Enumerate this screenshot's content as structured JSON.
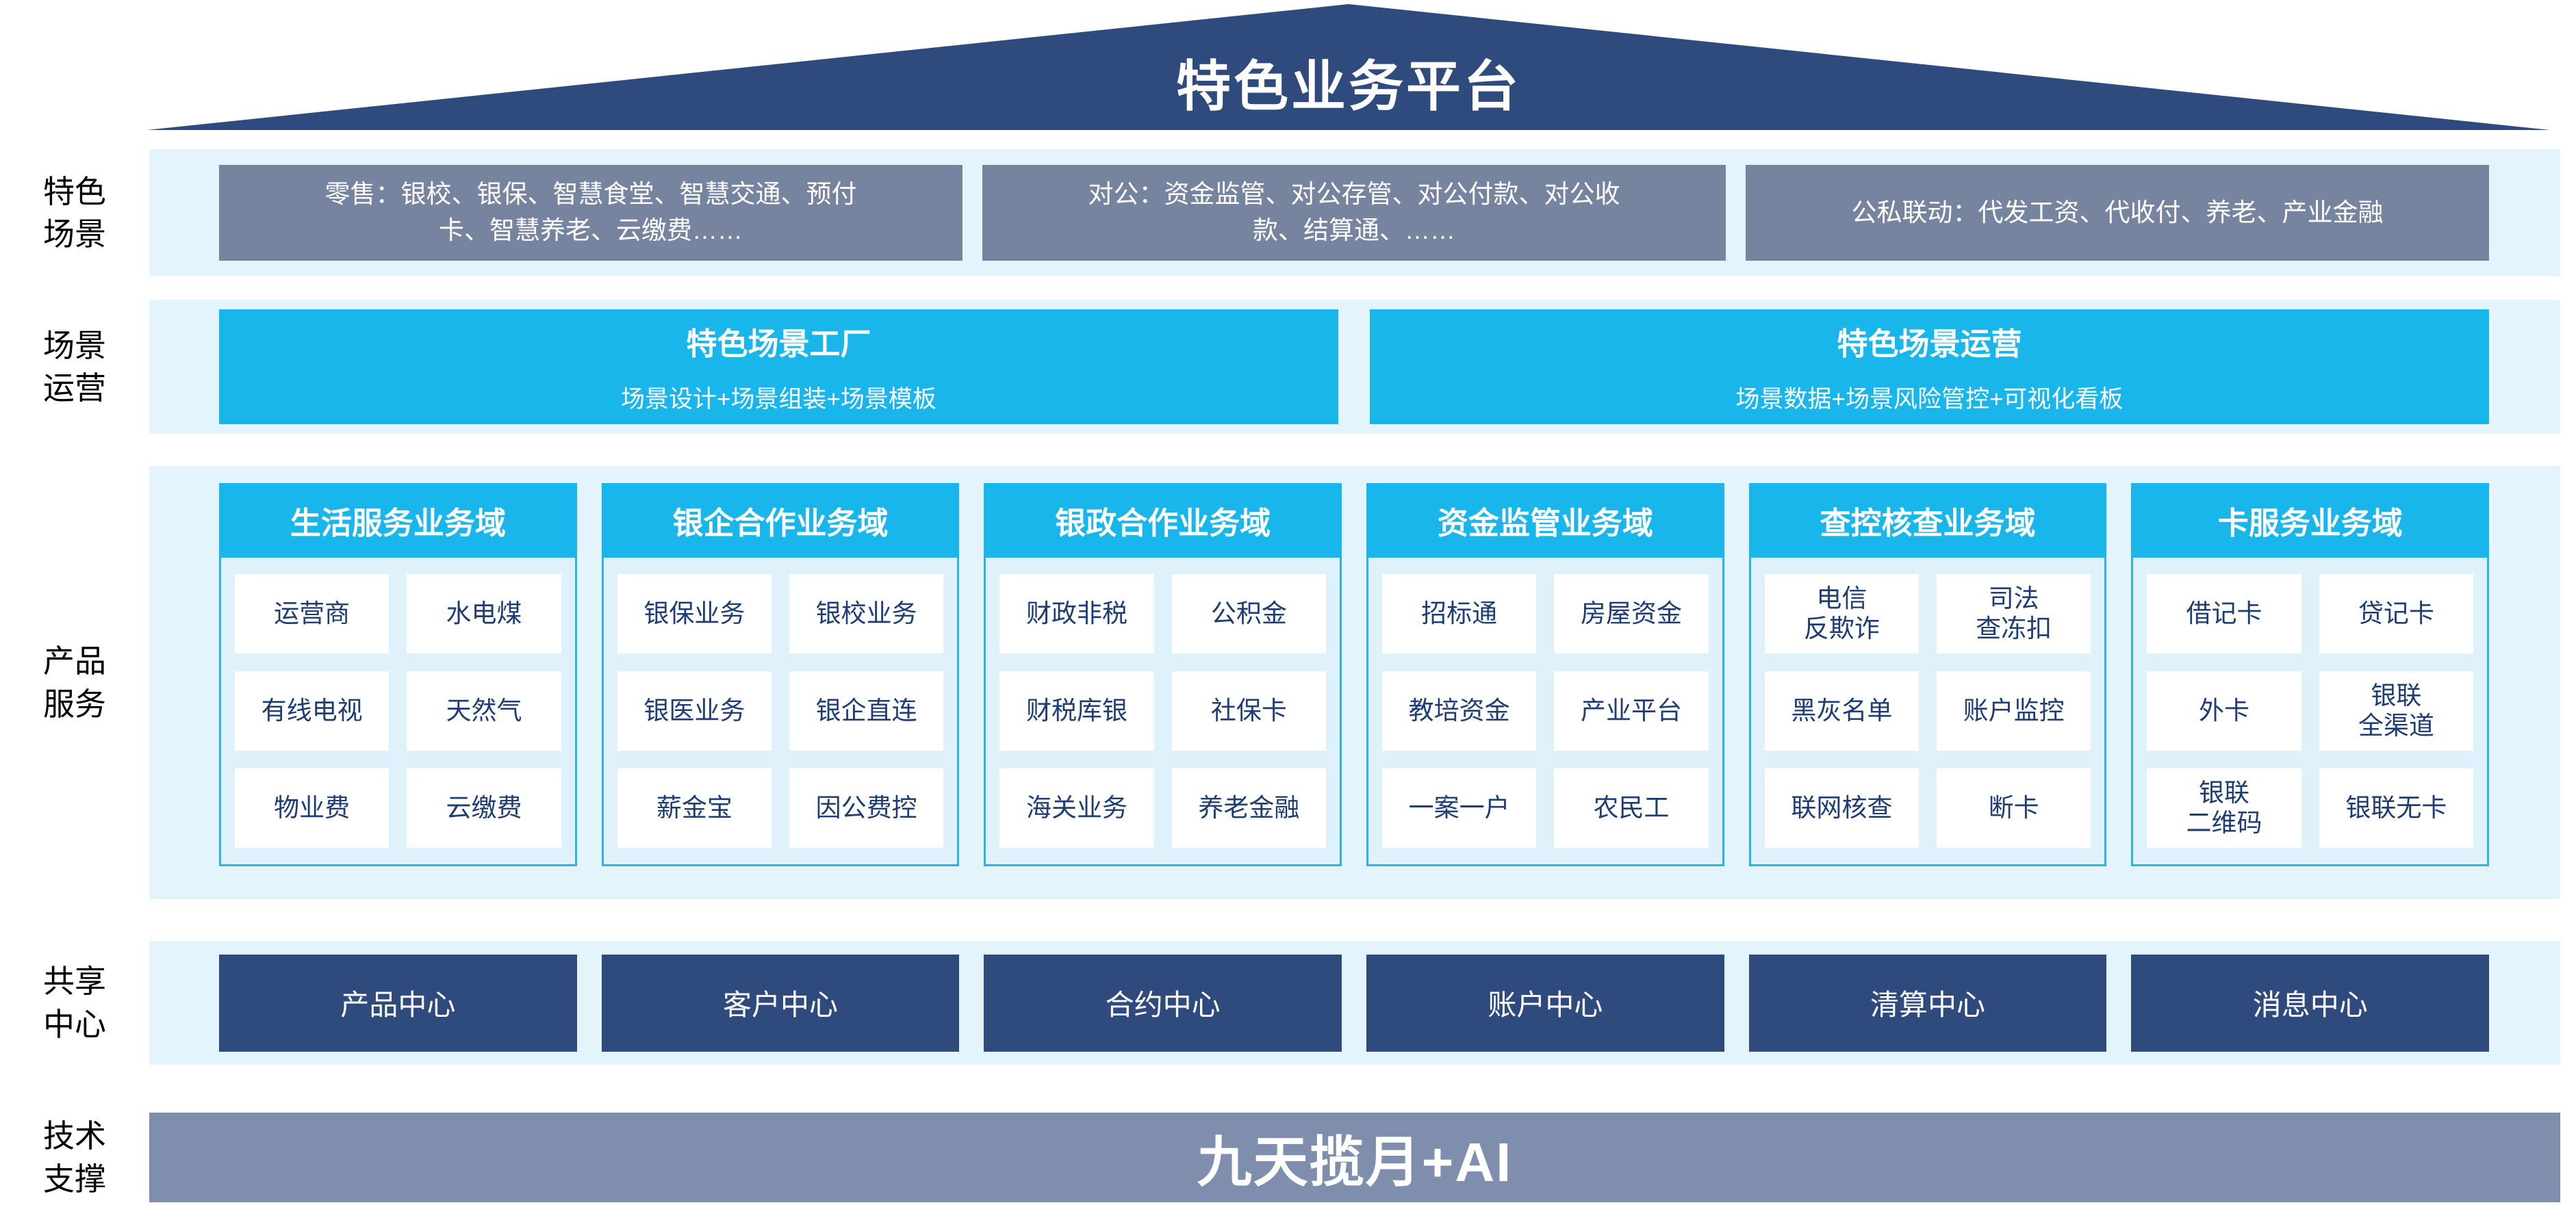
{
  "title": "特色业务平台",
  "section_labels": {
    "scenes": "特色\n场景",
    "operation": "场景\n运营",
    "products": "产品\n服务",
    "shared": "共享\n中心",
    "tech": "技术\n支撑"
  },
  "scenes": {
    "items": [
      "零售：银校、银保、智慧食堂、智慧交通、预付\n卡、智慧养老、云缴费……",
      "对公：资金监管、对公存管、对公付款、对公收\n款、结算通、……",
      "公私联动：代发工资、代收付、养老、产业金融"
    ]
  },
  "operation": {
    "items": [
      {
        "title": "特色场景工厂",
        "subtitle": "场景设计+场景组装+场景模板"
      },
      {
        "title": "特色场景运营",
        "subtitle": "场景数据+场景风险管控+可视化看板"
      }
    ]
  },
  "products": {
    "columns": [
      {
        "header": "生活服务业务域",
        "cells": [
          "运营商",
          "水电煤",
          "有线电视",
          "天然气",
          "物业费",
          "云缴费"
        ]
      },
      {
        "header": "银企合作业务域",
        "cells": [
          "银保业务",
          "银校业务",
          "银医业务",
          "银企直连",
          "薪金宝",
          "因公费控"
        ]
      },
      {
        "header": "银政合作业务域",
        "cells": [
          "财政非税",
          "公积金",
          "财税库银",
          "社保卡",
          "海关业务",
          "养老金融"
        ]
      },
      {
        "header": "资金监管业务域",
        "cells": [
          "招标通",
          "房屋资金",
          "教培资金",
          "产业平台",
          "一案一户",
          "农民工"
        ]
      },
      {
        "header": "查控核查业务域",
        "cells": [
          "电信\n反欺诈",
          "司法\n查冻扣",
          "黑灰名单",
          "账户监控",
          "联网核查",
          "断卡"
        ]
      },
      {
        "header": "卡服务业务域",
        "cells": [
          "借记卡",
          "贷记卡",
          "外卡",
          "银联\n全渠道",
          "银联\n二维码",
          "银联无卡"
        ]
      }
    ]
  },
  "shared": {
    "items": [
      "产品中心",
      "客户中心",
      "合约中心",
      "账户中心",
      "清算中心",
      "消息中心"
    ]
  },
  "tech": {
    "label": "九天揽月+AI"
  },
  "colors": {
    "roof_navy": "#2f4a7c",
    "scene_steel_blue": "#76849f",
    "accent_cyan": "#19b6ec",
    "band_light_blue": "#e3f4fd",
    "column_body_blue": "#dff1fb",
    "cell_text_navy": "#1e3d75",
    "tech_bar_gray_blue": "#7e8eac"
  }
}
